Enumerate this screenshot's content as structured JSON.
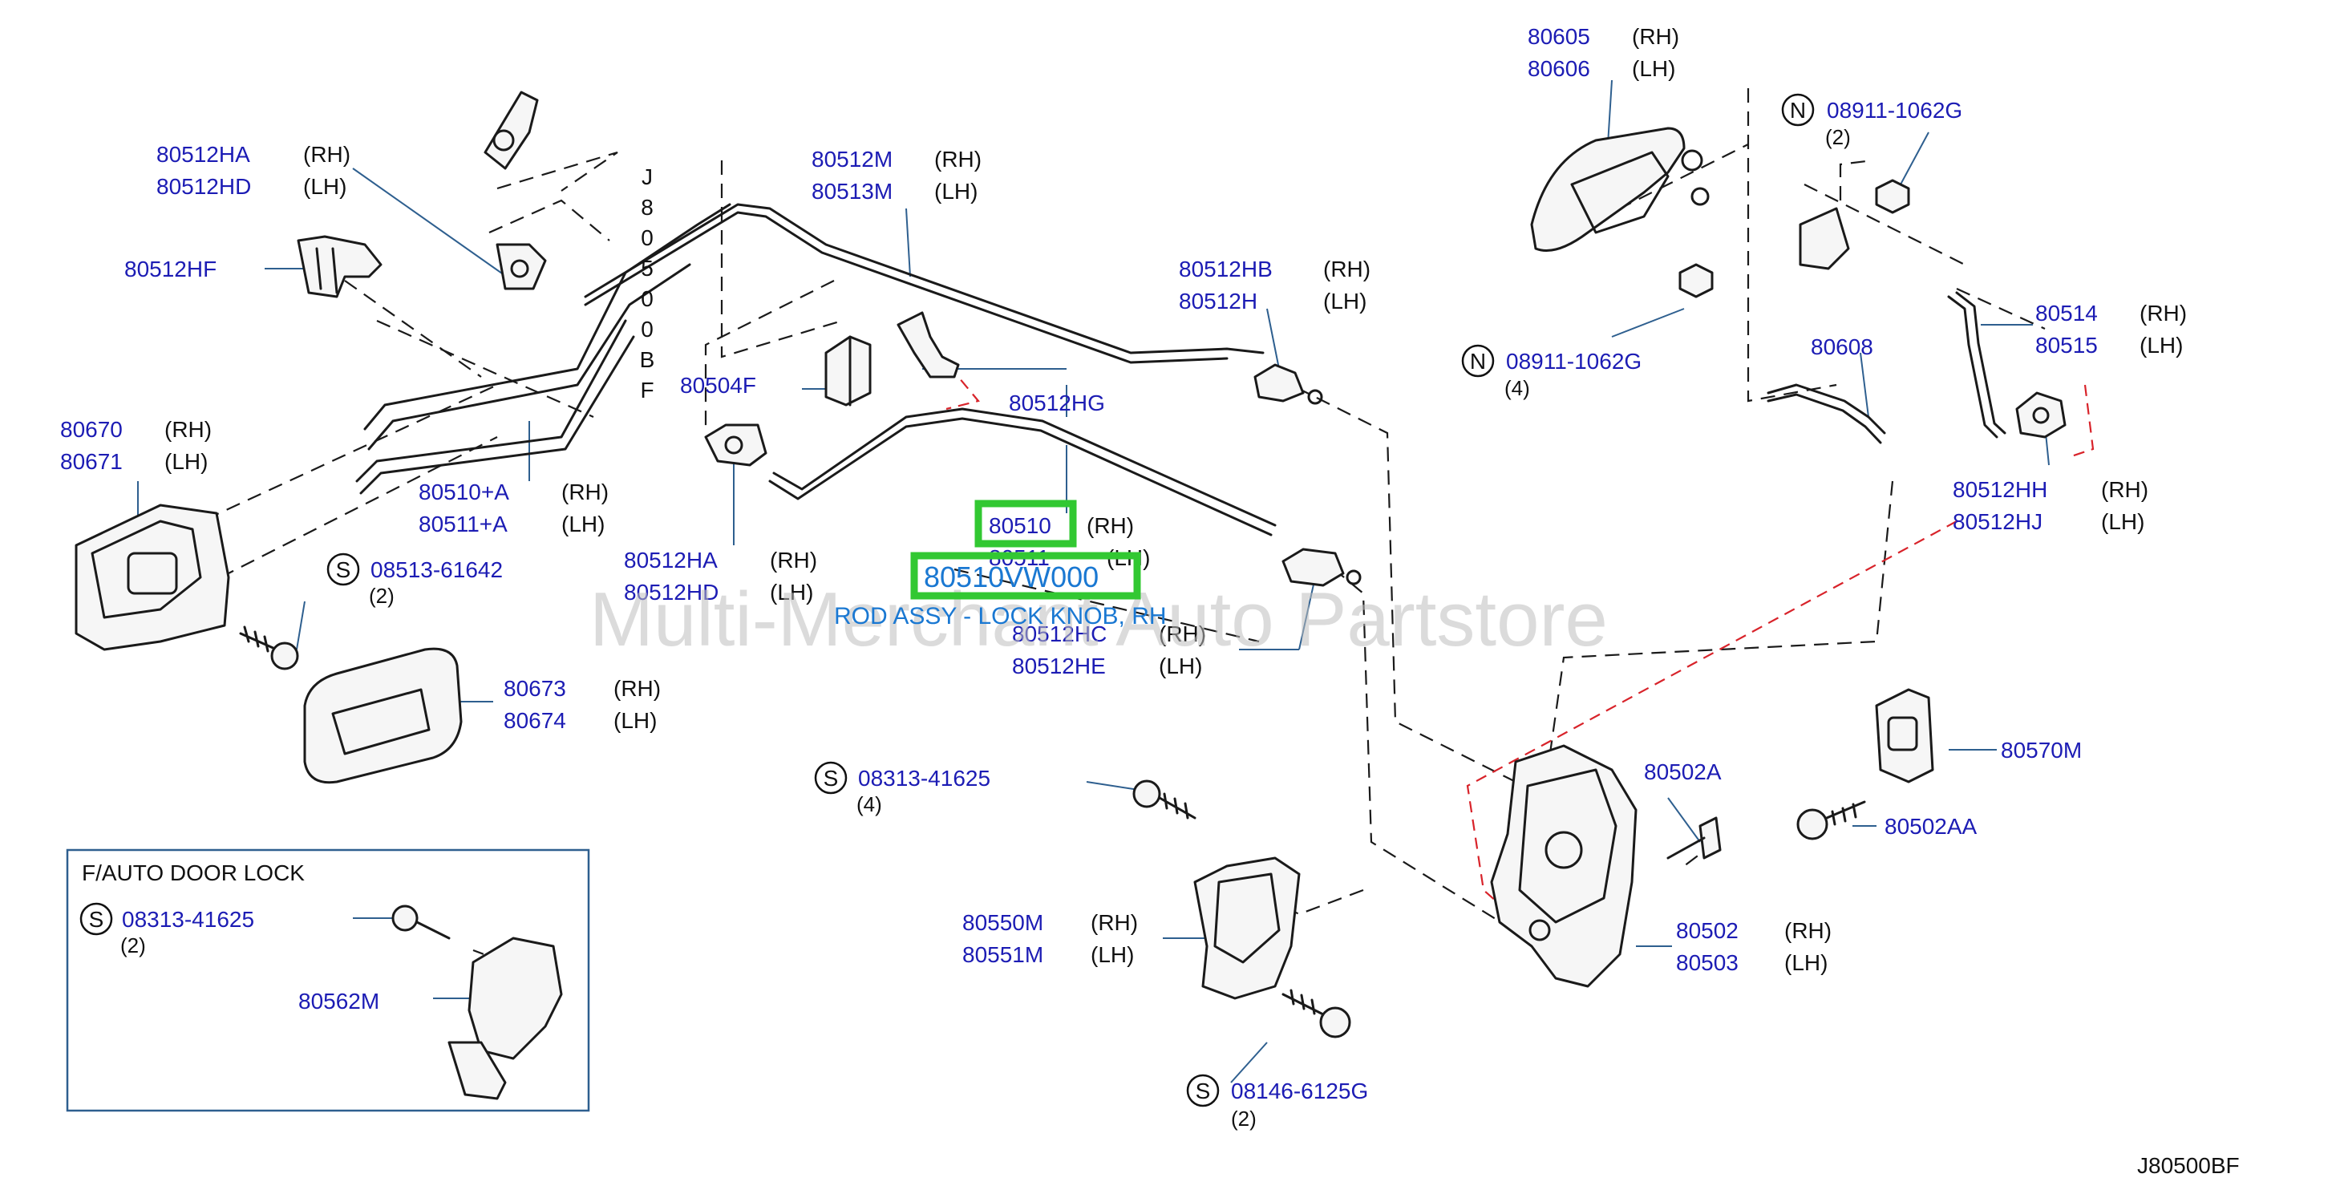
{
  "watermark": "Multi-Merchant Auto Partstore",
  "diagram_code": "J80500BF",
  "side_code_vertical": [
    "J",
    "8",
    "0",
    "5",
    "0",
    "0",
    "B",
    "F"
  ],
  "labels": {
    "l80512HA_a": "80512HA",
    "l80512HD_a": "80512HD",
    "l80512HF": "80512HF",
    "l80670": "80670",
    "l80671": "80671",
    "l80510pa": "80510+A",
    "l80511pa": "80511+A",
    "l80512M": "80512M",
    "l80513M": "80513M",
    "l80504F": "80504F",
    "l80512HG": "80512HG",
    "l80512HB": "80512HB",
    "l80512H": "80512H",
    "l80512HA_b": "80512HA",
    "l80512HD_b": "80512HD",
    "l80510": "80510",
    "l80511": "80511",
    "l80512HC": "80512HC",
    "l80512HE": "80512HE",
    "l80673": "80673",
    "l80674": "80674",
    "l80605": "80605",
    "l80606": "80606",
    "l80608": "80608",
    "l80514": "80514",
    "l80515": "80515",
    "l80512HH": "80512HH",
    "l80512HJ": "80512HJ",
    "l80570M": "80570M",
    "l80502A": "80502A",
    "l80502AA": "80502AA",
    "l80502": "80502",
    "l80503": "80503",
    "l80550M": "80550M",
    "l80551M": "80551M",
    "l80562M": "80562M"
  },
  "sides": {
    "rh": "(RH)",
    "lh": "(LH)"
  },
  "fasteners": {
    "s1": {
      "prefix": "S",
      "code": "08513-61642",
      "qty": "(2)"
    },
    "s2": {
      "prefix": "S",
      "code": "08313-41625",
      "qty": "(4)"
    },
    "s3": {
      "prefix": "S",
      "code": "08313-41625",
      "qty": "(2)"
    },
    "s4": {
      "prefix": "S",
      "code": "08146-6125G",
      "qty": "(2)"
    },
    "n1": {
      "prefix": "N",
      "code": "08911-1062G",
      "qty": "(2)"
    },
    "n2": {
      "prefix": "N",
      "code": "08911-1062G",
      "qty": "(4)"
    }
  },
  "inset": {
    "title": "F/AUTO   DOOR   LOCK"
  },
  "highlight": {
    "part_number": "80510VW000",
    "description": "ROD ASSY - LOCK KNOB, RH"
  },
  "colors": {
    "part_number": "#1c1cb4",
    "highlight_box": "#32c832",
    "highlight_text": "#1a78d2",
    "dash_red": "#d8232a"
  }
}
